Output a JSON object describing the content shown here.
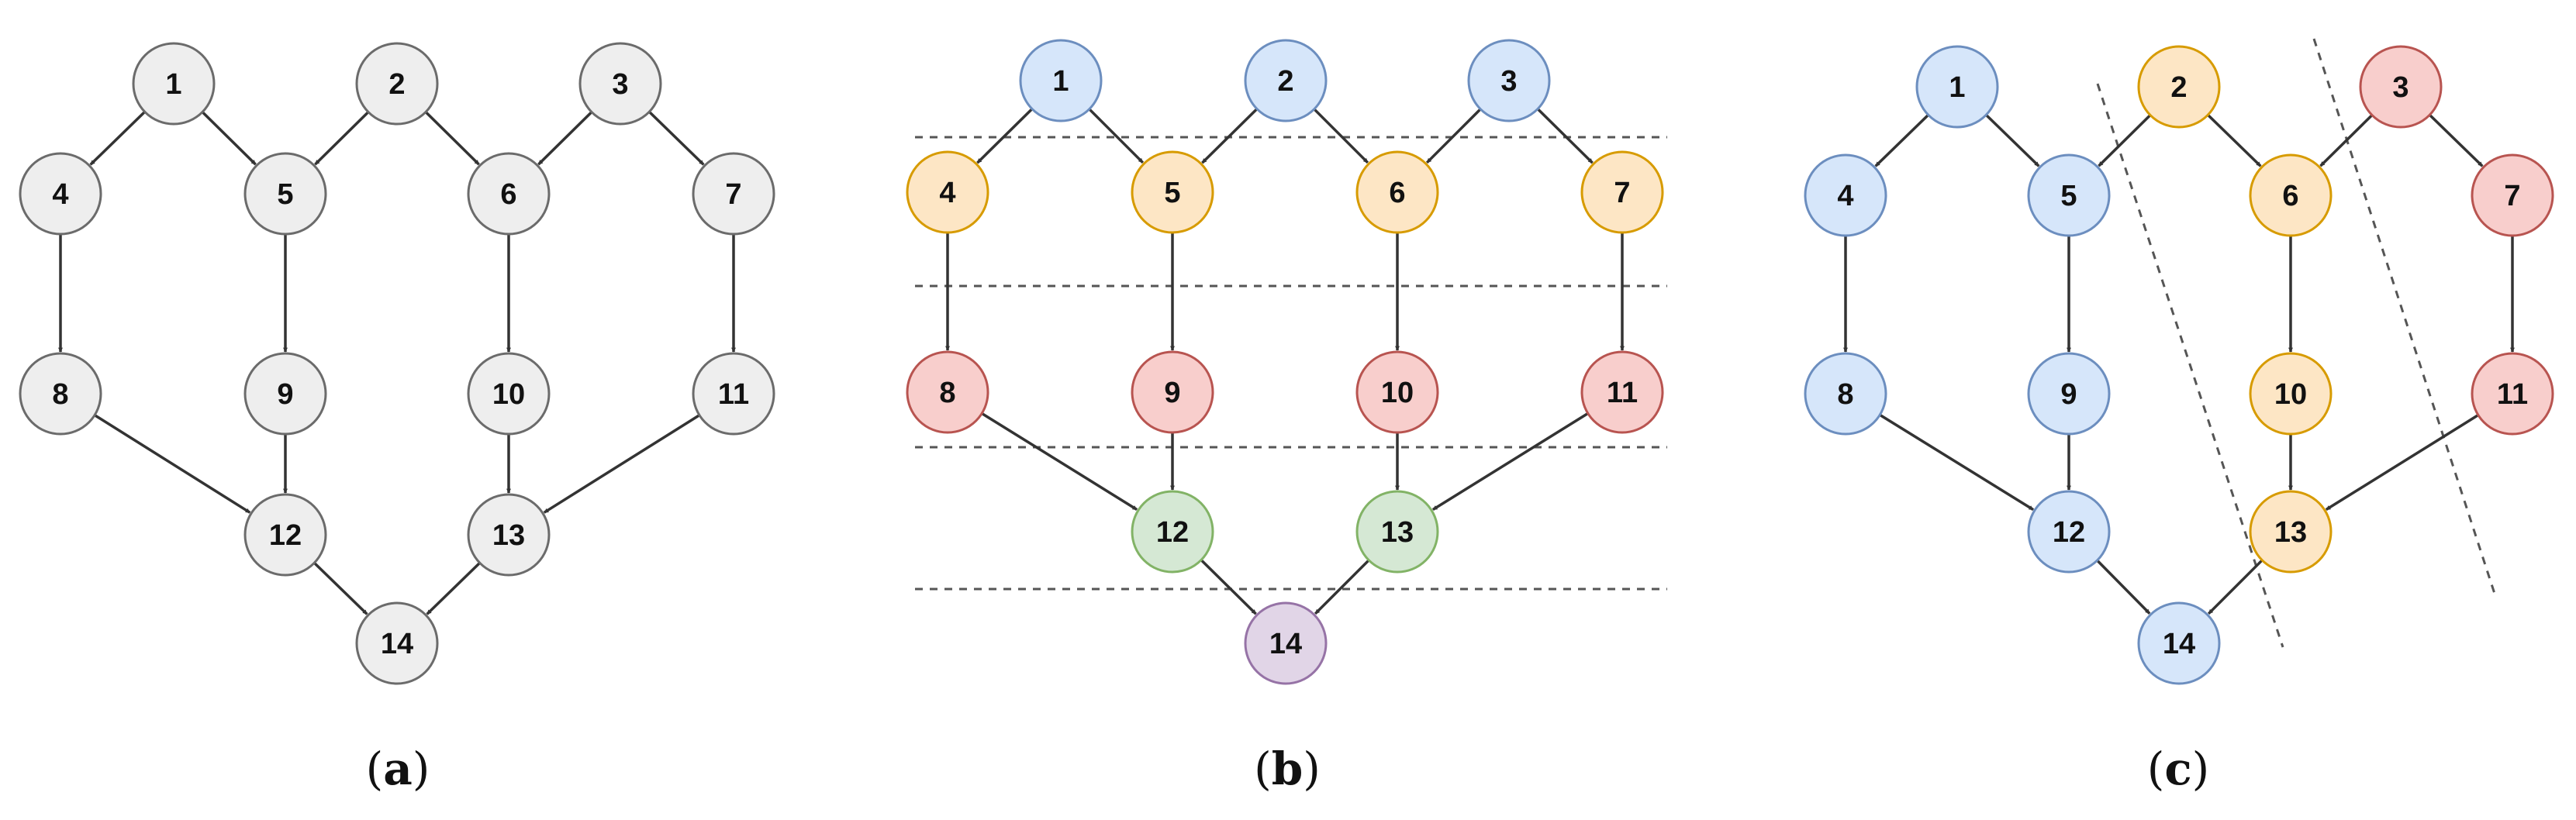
{
  "nodes": [
    "1",
    "2",
    "3",
    "4",
    "5",
    "6",
    "7",
    "8",
    "9",
    "10",
    "11",
    "12",
    "13",
    "14"
  ],
  "edges": [
    [
      "1",
      "4"
    ],
    [
      "1",
      "5"
    ],
    [
      "2",
      "5"
    ],
    [
      "2",
      "6"
    ],
    [
      "3",
      "6"
    ],
    [
      "3",
      "7"
    ],
    [
      "4",
      "8"
    ],
    [
      "5",
      "9"
    ],
    [
      "6",
      "10"
    ],
    [
      "7",
      "11"
    ],
    [
      "8",
      "12"
    ],
    [
      "9",
      "12"
    ],
    [
      "10",
      "13"
    ],
    [
      "11",
      "13"
    ],
    [
      "12",
      "14"
    ],
    [
      "13",
      "14"
    ]
  ],
  "colors": {
    "gray": {
      "fill": "#eeeeee",
      "stroke": "#6b6b6b"
    },
    "blue": {
      "fill": "#d6e6fa",
      "stroke": "#6c8ebf"
    },
    "orange": {
      "fill": "#fde6c5",
      "stroke": "#d79b00"
    },
    "red": {
      "fill": "#f8cecc",
      "stroke": "#b85450"
    },
    "green": {
      "fill": "#d5e8d4",
      "stroke": "#82b366"
    },
    "purple": {
      "fill": "#e1d5e7",
      "stroke": "#9673a6"
    }
  },
  "panels": [
    {
      "caption_open": "(",
      "caption_letter": "a",
      "caption_close": ")",
      "node_colors": {
        "1": "gray",
        "2": "gray",
        "3": "gray",
        "4": "gray",
        "5": "gray",
        "6": "gray",
        "7": "gray",
        "8": "gray",
        "9": "gray",
        "10": "gray",
        "11": "gray",
        "12": "gray",
        "13": "gray",
        "14": "gray"
      }
    },
    {
      "caption_open": "(",
      "caption_letter": "b",
      "caption_close": ")",
      "node_colors": {
        "1": "blue",
        "2": "blue",
        "3": "blue",
        "4": "orange",
        "5": "orange",
        "6": "orange",
        "7": "orange",
        "8": "red",
        "9": "red",
        "10": "red",
        "11": "red",
        "12": "green",
        "13": "green",
        "14": "purple"
      }
    },
    {
      "caption_open": "(",
      "caption_letter": "c",
      "caption_close": ")",
      "node_colors": {
        "1": "blue",
        "4": "blue",
        "5": "blue",
        "8": "blue",
        "9": "blue",
        "12": "blue",
        "14": "blue",
        "2": "orange",
        "6": "orange",
        "10": "orange",
        "13": "orange",
        "3": "red",
        "7": "red",
        "11": "red"
      }
    }
  ]
}
